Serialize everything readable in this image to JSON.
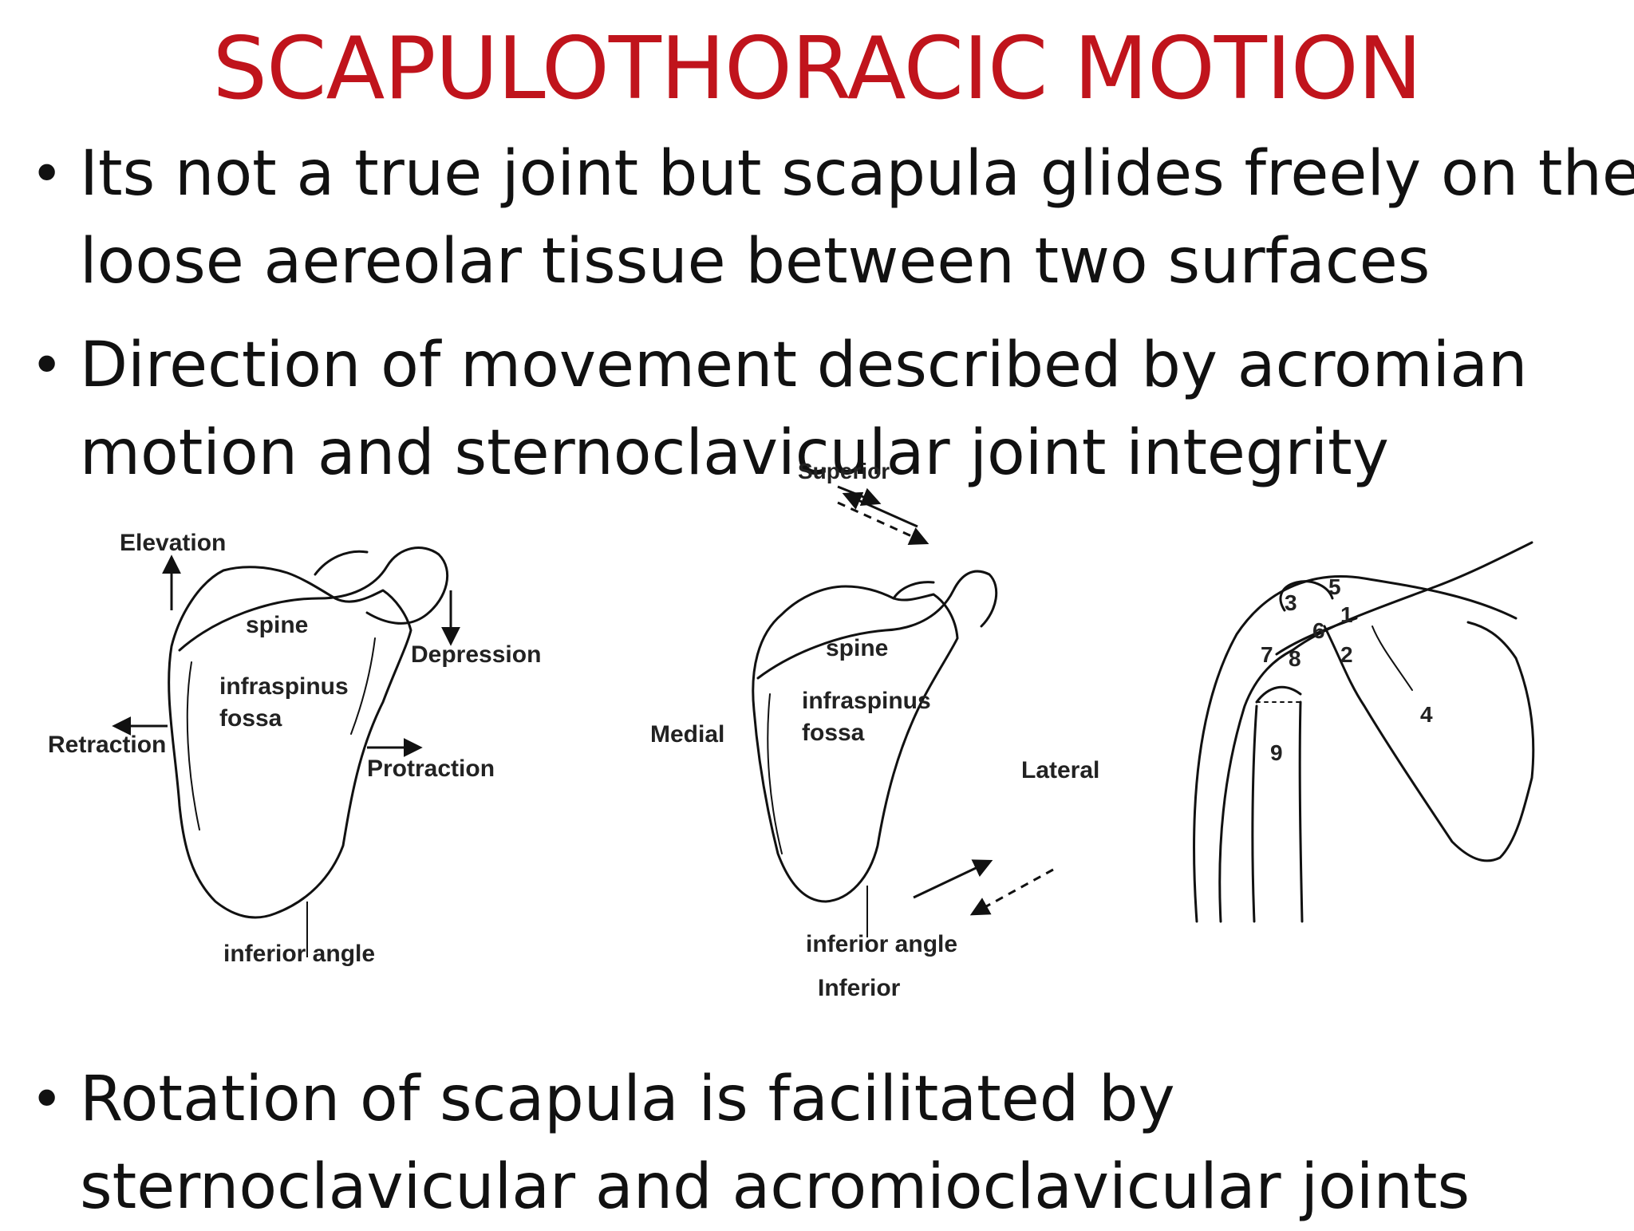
{
  "title": "SCAPULOTHORACIC MOTION",
  "bullets": [
    {
      "lines": [
        "Its not a true joint but scapula glides freely on the",
        "loose aereolar tissue between two surfaces"
      ]
    },
    {
      "lines": [
        "Direction of movement described by acromian",
        "motion and sternoclavicular joint integrity"
      ]
    },
    {
      "lines": [
        "Rotation of scapula is facilitated by",
        "sternoclavicular and acromioclavicular joints"
      ]
    }
  ],
  "figure_left": {
    "elevation": "Elevation",
    "depression": "Depression",
    "retraction": "Retraction",
    "protraction": "Protraction",
    "spine": "spine",
    "infraspinus": "infraspinus",
    "fossa": "fossa",
    "inferior_angle": "inferior angle"
  },
  "figure_middle": {
    "superior": "Superior",
    "medial": "Medial",
    "lateral": "Lateral",
    "inferior": "Inferior",
    "spine": "spine",
    "infraspinus": "infraspinus",
    "fossa": "fossa",
    "inferior_angle": "inferior angle"
  },
  "figure_right": {
    "numbers": [
      "1",
      "2",
      "3",
      "4",
      "5",
      "6",
      "7",
      "8",
      "9"
    ]
  },
  "colors": {
    "title": "#c0141c",
    "text": "#111111"
  }
}
